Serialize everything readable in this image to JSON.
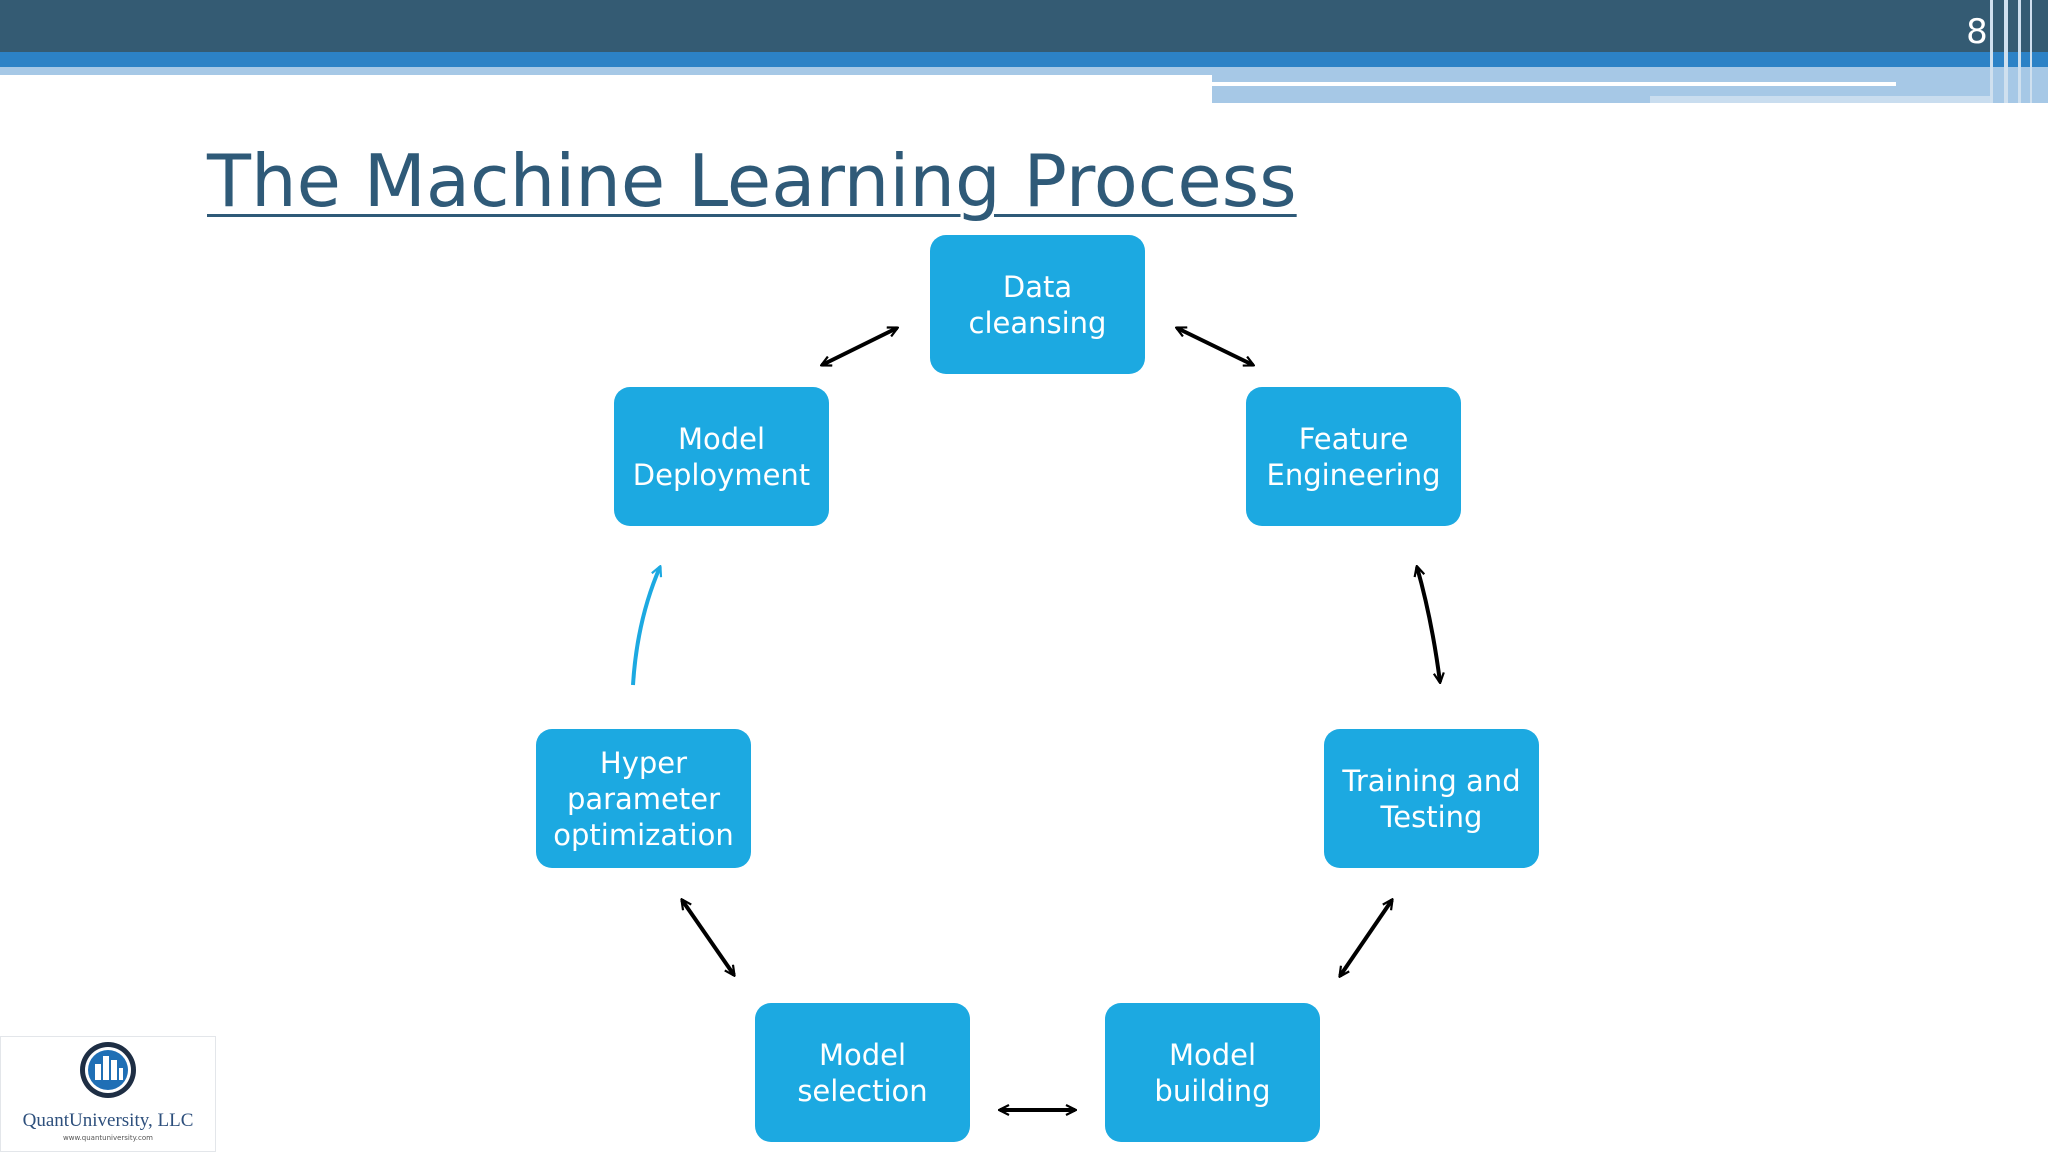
{
  "slide": {
    "number": "8",
    "title": "The Machine Learning Process"
  },
  "diagram": {
    "nodes": [
      {
        "id": "data-cleansing",
        "label": "Data\ncleansing"
      },
      {
        "id": "feature-engineering",
        "label": "Feature\nEngineering"
      },
      {
        "id": "training-testing",
        "label": "Training and\nTesting"
      },
      {
        "id": "model-building",
        "label": "Model\nbuilding"
      },
      {
        "id": "model-selection",
        "label": "Model\nselection"
      },
      {
        "id": "hyperparameter-optimization",
        "label": "Hyper\nparameter\noptimization"
      },
      {
        "id": "model-deployment",
        "label": "Model\nDeployment"
      }
    ],
    "edges": [
      {
        "from": "model-deployment",
        "to": "data-cleansing",
        "direction": "both"
      },
      {
        "from": "data-cleansing",
        "to": "feature-engineering",
        "direction": "both"
      },
      {
        "from": "feature-engineering",
        "to": "training-testing",
        "direction": "both"
      },
      {
        "from": "training-testing",
        "to": "model-building",
        "direction": "both"
      },
      {
        "from": "model-building",
        "to": "model-selection",
        "direction": "both"
      },
      {
        "from": "model-selection",
        "to": "hyperparameter-optimization",
        "direction": "both"
      },
      {
        "from": "hyperparameter-optimization",
        "to": "model-deployment",
        "direction": "forward"
      }
    ]
  },
  "logo": {
    "name": "QuantUniversity, LLC",
    "url": "www.quantuniversity.com"
  },
  "colors": {
    "header_dark": "#345b73",
    "header_mid": "#2c82c6",
    "header_light": "#a6c8e6",
    "node_fill": "#1ca9e1",
    "title": "#2f5a78",
    "arrow_black": "#000000",
    "arrow_blue": "#1ca9e1"
  }
}
